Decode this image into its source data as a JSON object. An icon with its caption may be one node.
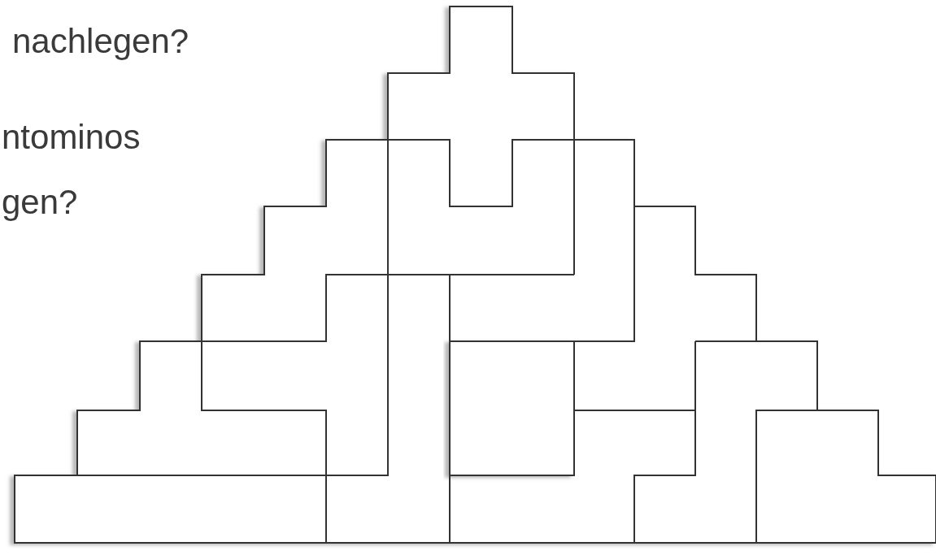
{
  "diagram": {
    "labels": [
      "nachlegen?",
      "ntominos",
      "gen?"
    ]
  }
}
